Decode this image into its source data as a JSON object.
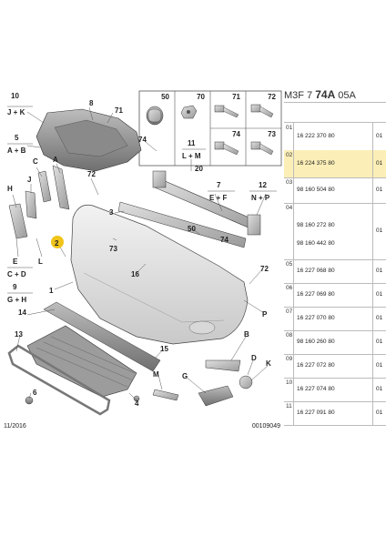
{
  "header": {
    "prefix": "M3F 7 ",
    "bold": "74A",
    "suffix": " 05A"
  },
  "diagram": {
    "date": "11/2016",
    "doc_number": "00109049",
    "callouts": {
      "c10": "10",
      "c_jk": "J + K",
      "c8": "8",
      "c71a": "71",
      "c5": "5",
      "c_ab": "A + B",
      "c74": "74",
      "c11": "11",
      "c_lm": "L + M",
      "c20": "20",
      "cC": "C",
      "cA": "A",
      "c72a": "72",
      "c7": "7",
      "c_ef": "E + F",
      "c12": "12",
      "c_np": "N + P",
      "cH": "H",
      "cJ": "J",
      "c3": "3",
      "c2": "2",
      "c50": "50",
      "c74b": "74",
      "c73": "73",
      "cE": "E",
      "c_cd": "C + D",
      "c9": "9",
      "c_gh": "G + H",
      "cL": "L",
      "c1": "1",
      "c16": "16",
      "c72b": "72",
      "cP": "P",
      "c14": "14",
      "c13": "13",
      "c15": "15",
      "cB": "B",
      "cM": "M",
      "cG": "G",
      "cD": "D",
      "cK": "K",
      "c4": "4",
      "c6": "6"
    },
    "hardware_boxes": [
      "50",
      "70",
      "71",
      "72",
      "74",
      "73"
    ]
  },
  "parts_table": {
    "rows": [
      {
        "idx": "01",
        "part_numbers": [
          "16 222 370 80"
        ],
        "qty": "01",
        "highlight": false
      },
      {
        "idx": "02",
        "part_numbers": [
          "16 224 375 80"
        ],
        "qty": "01",
        "highlight": true
      },
      {
        "idx": "03",
        "part_numbers": [
          "98 160 504 80"
        ],
        "qty": "01",
        "highlight": false
      },
      {
        "idx": "04",
        "part_numbers": [
          "98 160 272 80",
          "98 160 442 80"
        ],
        "qty": "01",
        "highlight": false
      },
      {
        "idx": "05",
        "part_numbers": [
          "16 227 068 80"
        ],
        "qty": "01",
        "highlight": false
      },
      {
        "idx": "06",
        "part_numbers": [
          "16 227 069 80"
        ],
        "qty": "01",
        "highlight": false
      },
      {
        "idx": "07",
        "part_numbers": [
          "16 227 070 80"
        ],
        "qty": "01",
        "highlight": false
      },
      {
        "idx": "08",
        "part_numbers": [
          "98 160 260 80"
        ],
        "qty": "01",
        "highlight": false
      },
      {
        "idx": "09",
        "part_numbers": [
          "16 227 072 80"
        ],
        "qty": "01",
        "highlight": false
      },
      {
        "idx": "10",
        "part_numbers": [
          "16 227 074 80"
        ],
        "qty": "01",
        "highlight": false
      },
      {
        "idx": "11",
        "part_numbers": [
          "16 227 091 80"
        ],
        "qty": "01",
        "highlight": false
      }
    ]
  },
  "colors": {
    "highlight": "#fbefb7",
    "callout_circle": "#f0c419",
    "lines": "#555555"
  }
}
